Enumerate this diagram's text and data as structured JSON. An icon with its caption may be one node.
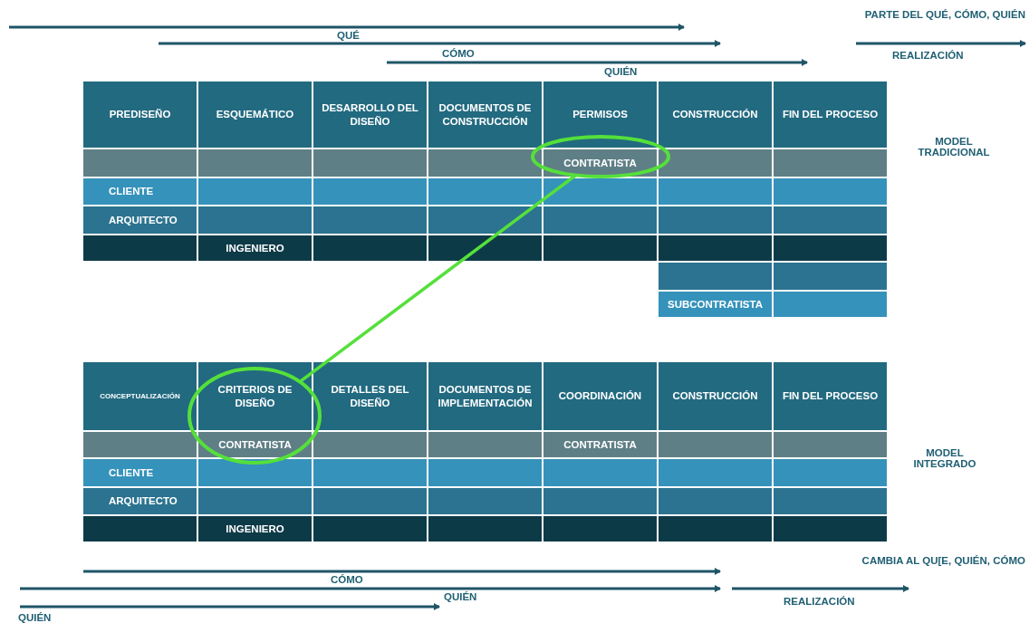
{
  "diagram": {
    "nodes": [
      {
        "text": [],
        "shape": "circle"
      },
      {
        "text": [],
        "shape": "circle"
      }
    ],
    "edges": [
      {
        "from": 0,
        "to": 1,
        "arrow": "none",
        "color": "#55e03a"
      }
    ],
    "labels": [
      "PARTE DEL QUÉ, CÓMO, QUIÉN",
      "QUÉ",
      "CÓMO",
      "REALIZACIÓN",
      "QUIÉN",
      "PREDISEÑO",
      "ESQUEMÁTICO",
      "DESARROLLO DEL DISEÑO",
      "DOCUMENTOS DE CONSTRUCCIÓN",
      "PERMISOS",
      "CONSTRUCCIÓN",
      "FIN DEL PROCESO",
      "CONTRATISTA",
      "MODEL TRADICIONAL",
      "CLIENTE",
      "ARQUITECTO",
      "INGENIERO",
      "SUBCONTRATISTA",
      "CONCEPTUALIZACIÓN",
      "CRITERIOS DE DISEÑO",
      "DETALLES DEL DISEÑO",
      "DOCUMENTOS DE IMPLEMENTACIÓN",
      "COORDINACIÓN",
      "CONSTRUCCIÓN",
      "FIN DEL PROCESO",
      "CONTRATISTA",
      "CONTRATISTA",
      "MODEL INTEGRADO",
      "CLIENTE",
      "ARQUITECTO",
      "INGENIERO",
      "CAMBIA AL QU[E, QUIÉN, CÓMO",
      "CÓMO",
      "QUIÉN",
      "REALIZACIÓN",
      "QUIÉN"
    ]
  }
}
